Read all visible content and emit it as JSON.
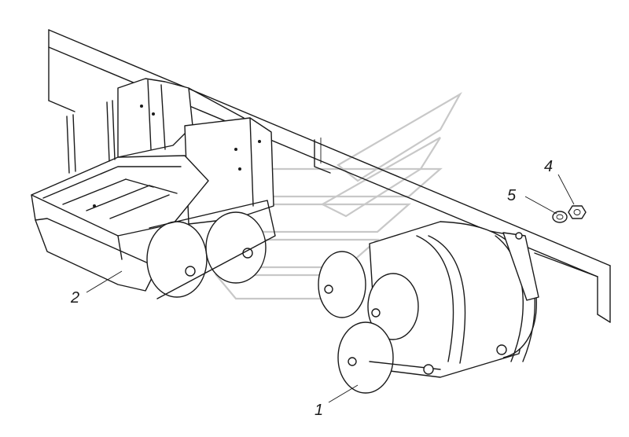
{
  "callouts": [
    {
      "id": "1",
      "label": "1"
    },
    {
      "id": "2",
      "label": "2"
    },
    {
      "id": "4",
      "label": "4"
    },
    {
      "id": "5",
      "label": "5"
    }
  ],
  "watermark": {
    "kind": "logo",
    "color": "#c8c8c8"
  },
  "colors": {
    "line": "#1a1a1a",
    "background": "#ffffff"
  }
}
